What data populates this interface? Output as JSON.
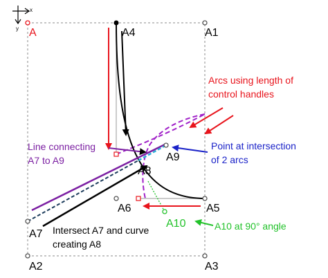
{
  "colors": {
    "black": "#000000",
    "red": "#e8141c",
    "purple": "#7b1fa2",
    "blue": "#1a22c8",
    "green": "#22c22a",
    "cyan": "#2ab0d8",
    "gray": "#8a8a8a"
  },
  "axis_glyph": {
    "x_label": "x",
    "y_label": "y"
  },
  "points": {
    "A": "A",
    "A1": "A1",
    "A2": "A2",
    "A3": "A3",
    "A4": "A4",
    "A5": "A5",
    "A6": "A6",
    "A7": "A7",
    "A8": "A8",
    "A9": "A9",
    "A10": "A10"
  },
  "annotations": {
    "arcs_line1": "Arcs using length of",
    "arcs_line2": "control handles",
    "line_connecting_line1": "Line connecting",
    "line_connecting_line2": "A7 to A9",
    "point_intersection_line1": "Point at intersection",
    "point_intersection_line2": "of 2 arcs",
    "a10_note": "A10 at 90° angle",
    "intersect_line1": "Intersect A7 and curve",
    "intersect_line2": "creating A8"
  }
}
